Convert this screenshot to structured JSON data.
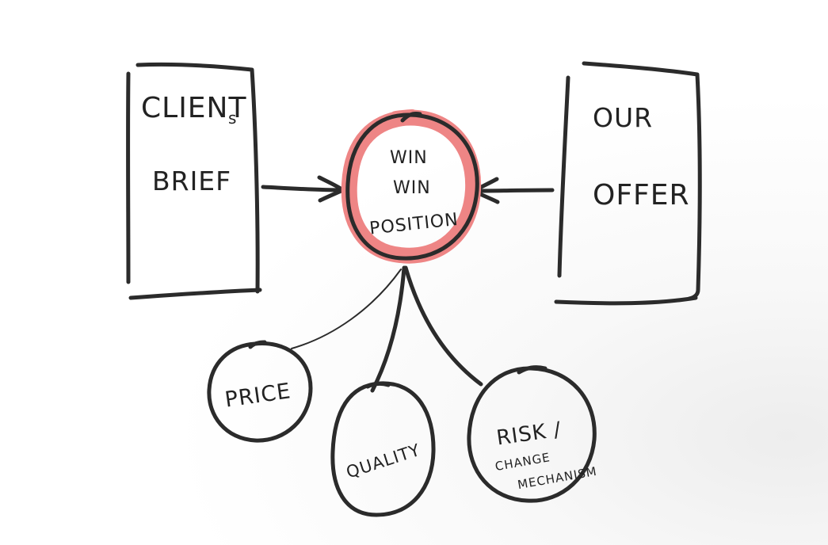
{
  "colors": {
    "ink": "#2b2b2b",
    "highlight": "#ee8585",
    "background": "#ffffff"
  },
  "boxes": {
    "client_brief": {
      "line1": "CLIENT",
      "line1_suffix": "s",
      "line2": "BRIEF"
    },
    "our_offer": {
      "line1": "OUR",
      "line2": "OFFER"
    }
  },
  "center": {
    "line1": "WIN",
    "line2": "WIN",
    "line3": "POSITION"
  },
  "factors": {
    "price": "PRICE",
    "quality": "QUALITY",
    "risk": {
      "line1": "RISK /",
      "line2": "CHANGE",
      "line3": "MECHANISM"
    }
  }
}
